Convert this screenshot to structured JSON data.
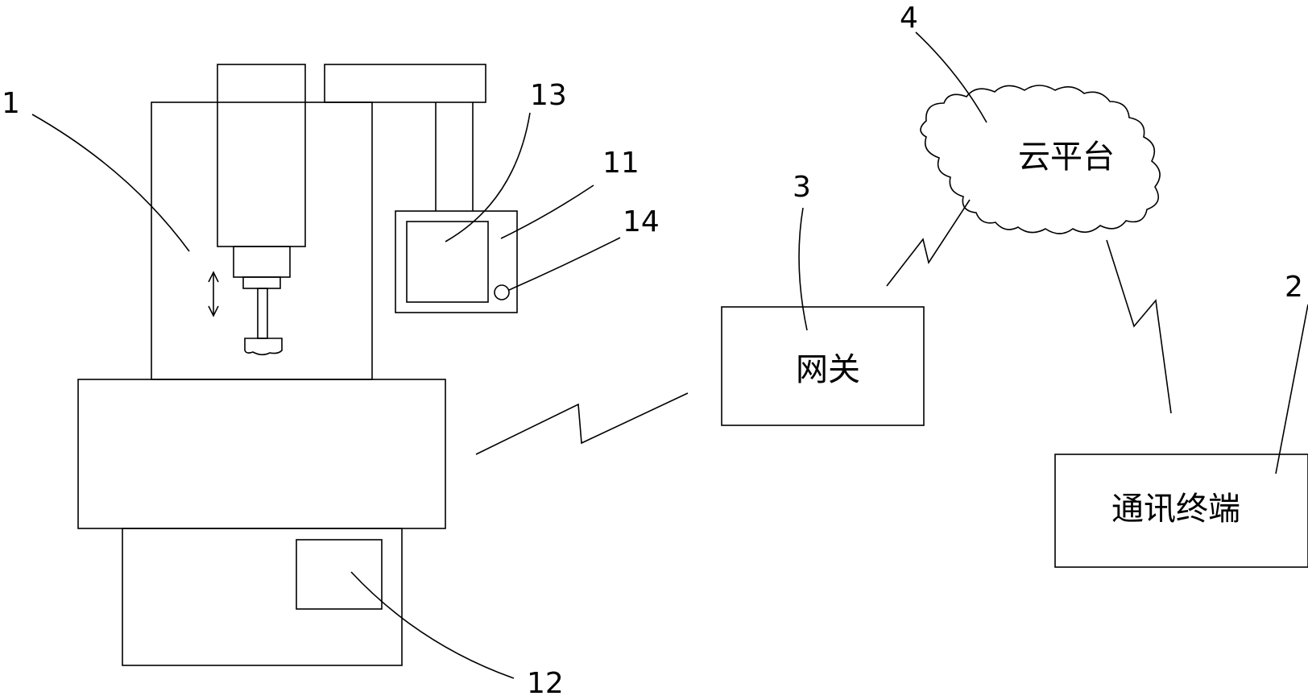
{
  "labels": {
    "machine": "1",
    "terminal_ref": "2",
    "gateway_ref": "3",
    "cloud_ref": "4",
    "panel": "11",
    "cabinet": "12",
    "screen": "13",
    "button": "14"
  },
  "boxes": {
    "gateway": "网关",
    "cloud": "云平台",
    "terminal": "通讯终端"
  }
}
